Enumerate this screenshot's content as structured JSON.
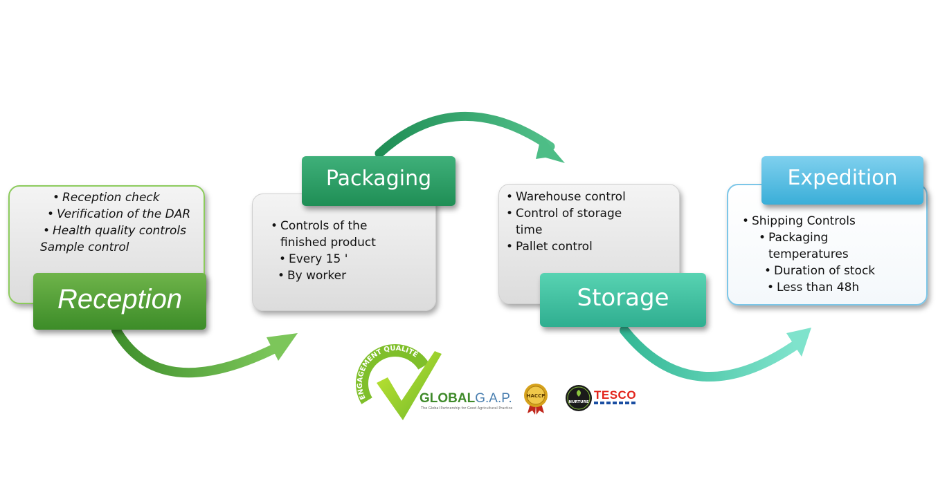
{
  "stages": {
    "reception": {
      "title": "Reception",
      "items": [
        "Reception check",
        "Verification of the DAR",
        "Health quality controls"
      ],
      "extra": "Sample control",
      "color": "#4f9e33"
    },
    "packaging": {
      "title": "Packaging",
      "items": [
        "Controls of the finished product",
        "Every 15 '",
        "By worker"
      ],
      "color": "#2a9d63"
    },
    "storage": {
      "title": "Storage",
      "items": [
        "Warehouse control",
        "Control of storage time",
        "Pallet control"
      ],
      "color": "#3fc4a2"
    },
    "expedition": {
      "title": "Expedition",
      "items": [
        "Shipping Controls",
        "Packaging temperatures",
        "Duration of stock",
        "Less than 48h"
      ],
      "color": "#55bde3"
    }
  },
  "logos": {
    "engagement": {
      "text": "ENGAGEMENT QUALITÉ",
      "icon": "green-check-seal-icon"
    },
    "globalgap": {
      "name_bold": "GLOBAL",
      "name_light": "G.A.P.",
      "tagline": "The Global Partnership for Good Agricultural Practice"
    },
    "haccp": {
      "text": "HACCP",
      "icon": "gold-seal-icon"
    },
    "nurture": {
      "text": "NURTURE",
      "icon": "leaf-circle-icon"
    },
    "tesco": {
      "text": "TESCO"
    }
  }
}
